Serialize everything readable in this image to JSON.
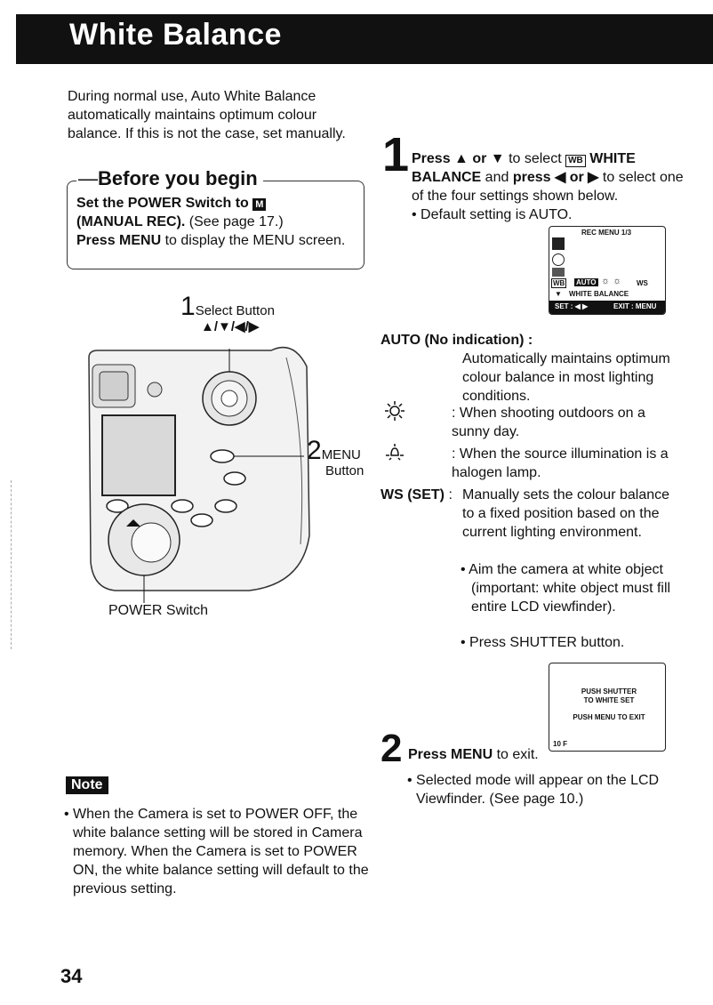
{
  "header": {
    "title": "White Balance"
  },
  "intro": {
    "text": "During normal use, Auto White Balance automatically maintains optimum colour balance. If this is not the case, set manually."
  },
  "before_you_begin": {
    "title": "Before you begin",
    "line1_bold": "Set the POWER Switch to",
    "line1_icon": "M",
    "line2_bold": "(MANUAL REC).",
    "line2_rest": " (See page 17.)",
    "line3_bold": "Press MENU",
    "line3_rest": " to display the MENU screen."
  },
  "camera_callouts": {
    "c1_num": "1",
    "c1_label": "Select Button",
    "c1_arrows": "▲/▼/◀/▶",
    "c2_num": "2",
    "c2_label": "MENU",
    "c2_label2": "Button",
    "power_label": "POWER Switch"
  },
  "step1": {
    "num": "1",
    "t1": "Press",
    "t2": " ▲ ",
    "t3": "or",
    "t4": " ▼ ",
    "t5": "to select",
    "wb_icon": "WB",
    "t6": " WHITE BALANCE",
    "t7": " and ",
    "t8": "press",
    "t9": " ◀ or ▶",
    "t10": " to select one of the four settings shown below.",
    "t11": "• Default setting is AUTO."
  },
  "screen1": {
    "header": "REC MENU 1/3",
    "auto_label": "AUTO",
    "ws_label": "WS",
    "menu_label": "WHITE BALANCE",
    "footer_left": "SET : ◀ ▶",
    "footer_right": "EXIT : MENU"
  },
  "modes": {
    "auto_title": "AUTO (No indication) :",
    "auto_desc": "Automatically maintains optimum colour balance in most lighting conditions.",
    "sun_desc": ": When shooting outdoors on a sunny day.",
    "halogen_desc": ": When the source illumination is a halogen lamp.",
    "ws_title": "WS (SET)",
    "ws_colon": " : ",
    "ws_desc": "Manually sets the colour balance to a fixed position based on the current lighting environment.",
    "ws_bullet1": "• Aim the camera at white object (important: white object must fill entire LCD viewfinder).",
    "ws_bullet2": "• Press SHUTTER button."
  },
  "screen2": {
    "l1": "PUSH SHUTTER",
    "l2": "TO WHITE SET",
    "l3": "PUSH MENU TO EXIT",
    "l4": "10  F"
  },
  "step2": {
    "num": "2",
    "bold": "Press MENU",
    "rest": " to exit.",
    "bullet": "• Selected mode will appear on the LCD Viewfinder. (See page 10.)"
  },
  "note": {
    "badge": "Note",
    "text": "• When the Camera is set to POWER OFF, the white balance setting will be stored in Camera memory. When the Camera is set to POWER ON, the white balance setting will default to the previous setting."
  },
  "page": {
    "number": "34"
  }
}
